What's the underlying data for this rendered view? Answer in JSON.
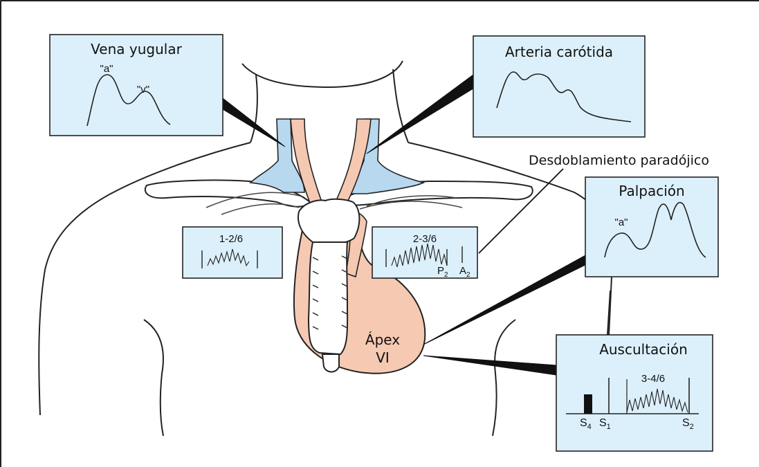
{
  "colors": {
    "box_fill": "#dcf0fb",
    "box_stroke": "#222222",
    "vein_fill": "#b8d8ef",
    "artery_fill": "#f5c8b2",
    "heart_fill": "#f6c9b2",
    "line": "#111111",
    "frame": "#000000"
  },
  "boxes": {
    "jugular": {
      "title": "Vena yugular",
      "wave_a": "\"a\"",
      "wave_v": "\"v\""
    },
    "carotid": {
      "title": "Arteria carótida"
    },
    "palpation": {
      "title": "Palpación",
      "wave_a": "\"a\""
    },
    "auscultation": {
      "title": "Auscultación",
      "grade": "3-4/6",
      "s4": "S",
      "s4_sub": "4",
      "s1": "S",
      "s1_sub": "1",
      "s2": "S",
      "s2_sub": "2"
    },
    "left_murmur": {
      "grade": "1-2/6"
    },
    "right_murmur": {
      "grade": "2-3/6",
      "p2": "P",
      "p2_sub": "2",
      "a2": "A",
      "a2_sub": "2"
    }
  },
  "labels": {
    "split": "Desdoblamiento paradójico",
    "apex_line1": "Ápex",
    "apex_line2": "VI"
  }
}
